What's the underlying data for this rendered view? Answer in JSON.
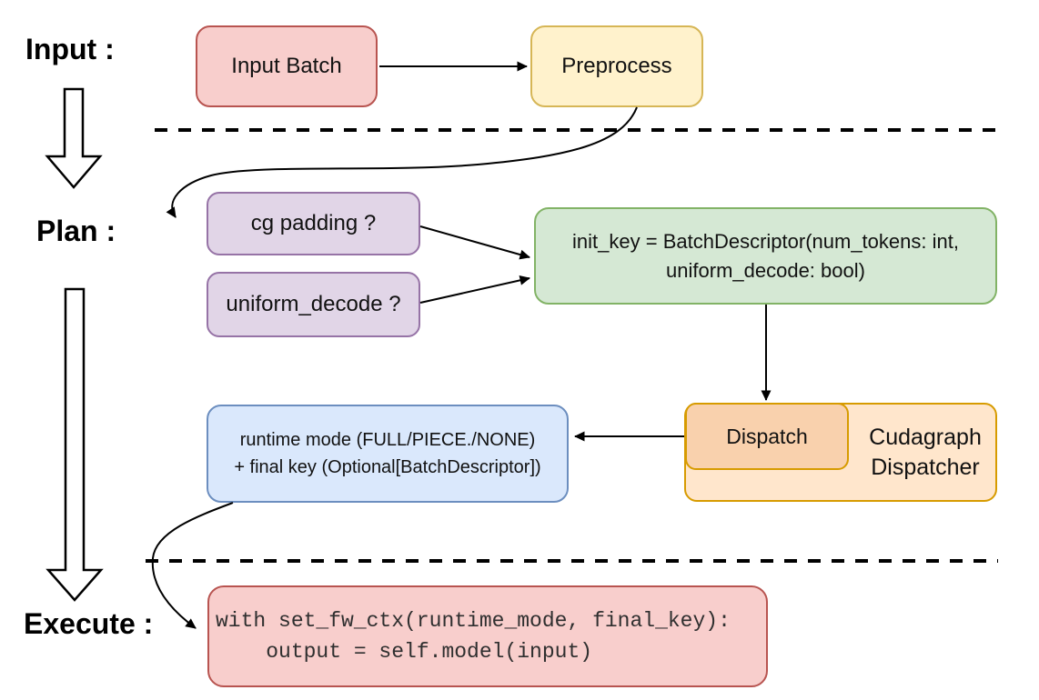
{
  "stage_labels": {
    "input": "Input :",
    "plan": "Plan :",
    "execute": "Execute :"
  },
  "nodes": {
    "input_batch": {
      "label": "Input Batch"
    },
    "preprocess": {
      "label": "Preprocess"
    },
    "cg_padding": {
      "label": "cg padding ?"
    },
    "uniform_decode": {
      "label": "uniform_decode ?"
    },
    "init_key": {
      "line1": "init_key = BatchDescriptor(num_tokens: int,",
      "line2": "uniform_decode: bool)"
    },
    "dispatch": {
      "label": "Dispatch"
    },
    "cudagraph_dispatcher": {
      "line1": "Cudagraph",
      "line2": "Dispatcher"
    },
    "runtime_mode": {
      "line1": "runtime mode (FULL/PIECE./NONE)",
      "line2": "+ final key (Optional[BatchDescriptor])"
    },
    "execute_code": {
      "line1": "with set_fw_ctx(runtime_mode, final_key):",
      "line2": "    output = self.model(input)"
    }
  },
  "colors": {
    "node_red_fill": "#f8cecc",
    "node_red_stroke": "#b85450",
    "node_yellow_fill": "#fff2cc",
    "node_yellow_stroke": "#d6b656",
    "node_purple_fill": "#e1d5e7",
    "node_purple_stroke": "#9673a6",
    "node_green_fill": "#d5e8d4",
    "node_green_stroke": "#82b366",
    "node_orange_fill": "#ffe6cc",
    "node_orange_inner_fill": "#f9d1ad",
    "node_orange_stroke": "#d79b00",
    "node_blue_fill": "#dae8fc",
    "node_blue_stroke": "#6c8ebf",
    "connector": "#000000",
    "text": "#111111",
    "code_text": "#2f2f2f"
  }
}
